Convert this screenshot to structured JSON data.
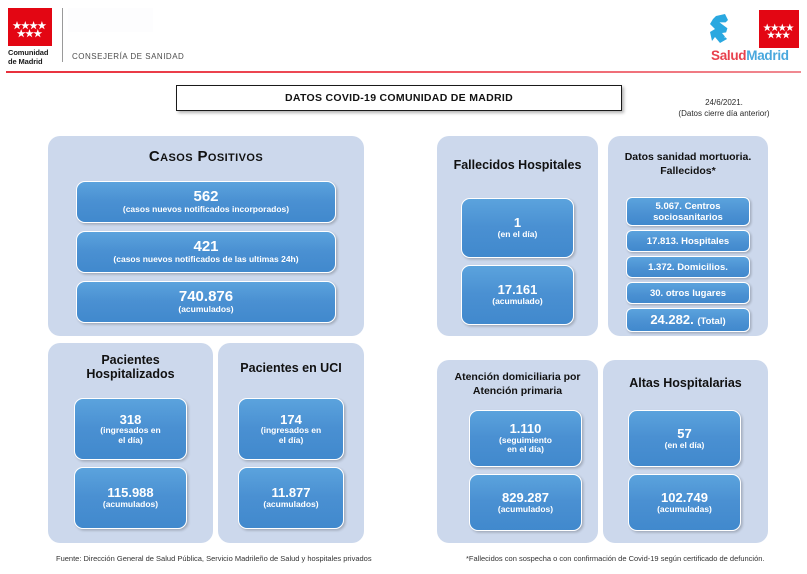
{
  "header": {
    "community_logo_alt": "Comunidad de Madrid",
    "community_wordmark_line1": "Comunidad",
    "community_wordmark_line2": "de Madrid",
    "department": "CONSEJERÍA DE SANIDAD",
    "salud_word_1": "Salud",
    "salud_word_2": "Madrid",
    "accent_red": "#e30613",
    "accent_blue": "#4aa8dd"
  },
  "title_bar": {
    "text": "DATOS COVID-19 COMUNIDAD DE MADRID"
  },
  "date": {
    "value": "24/6/2021.",
    "note": "(Datos cierre día anterior)"
  },
  "panels": {
    "casos_positivos": {
      "title": "Casos Positivos",
      "boxes": [
        {
          "number": "562",
          "label": "(casos nuevos notificados incorporados)"
        },
        {
          "number": "421",
          "label": "(casos nuevos notificados de las ultimas 24h)"
        },
        {
          "number": "740.876",
          "label": "(acumulados)"
        }
      ]
    },
    "pacientes_hospitalizados": {
      "title_line1": "Pacientes",
      "title_line2": "Hospitalizados",
      "boxes": [
        {
          "number": "318",
          "label_line1": "(ingresados en",
          "label_line2": "el día)"
        },
        {
          "number": "115.988",
          "label_line1": "(acumulados)",
          "label_line2": ""
        }
      ]
    },
    "pacientes_uci": {
      "title": "Pacientes en UCI",
      "boxes": [
        {
          "number": "174",
          "label_line1": "(ingresados en",
          "label_line2": "el día)"
        },
        {
          "number": "11.877",
          "label_line1": "(acumulados)",
          "label_line2": ""
        }
      ]
    },
    "fallecidos_hospitales": {
      "title": "Fallecidos Hospitales",
      "boxes": [
        {
          "number": "1",
          "label": "(en el día)"
        },
        {
          "number": "17.161",
          "label": "(acumulado)"
        }
      ]
    },
    "sanidad_mortuoria": {
      "title_line1": "Datos sanidad mortuoria.",
      "title_line2": "Fallecidos*",
      "rows": [
        {
          "number": "5.067.",
          "text": "Centros sociosanitarios",
          "is_total": false
        },
        {
          "number": "17.813.",
          "text": "Hospitales",
          "is_total": false
        },
        {
          "number": "1.372.",
          "text": "Domicilios.",
          "is_total": false
        },
        {
          "number": "30.",
          "text": "otros lugares",
          "is_total": false
        },
        {
          "number": "24.282.",
          "text": "(Total)",
          "is_total": true
        }
      ]
    },
    "atencion_domiciliaria": {
      "title_line1": "Atención domiciliaria por",
      "title_line2": "Atención primaria",
      "boxes": [
        {
          "number": "1.110",
          "label_line1": "(seguimiento",
          "label_line2": "en el día)"
        },
        {
          "number": "829.287",
          "label_line1": "(acumulados)",
          "label_line2": ""
        }
      ]
    },
    "altas_hospitalarias": {
      "title": "Altas Hospitalarias",
      "boxes": [
        {
          "number": "57",
          "label_line1": "(en el día)",
          "label_line2": ""
        },
        {
          "number": "102.749",
          "label_line1": "(acumuladas)",
          "label_line2": ""
        }
      ]
    }
  },
  "footnotes": {
    "source": "Fuente: Dirección General de Salud Pública, Servicio Madrileño de Salud y hospitales privados",
    "asterisk": "*Fallecidos con sospecha o con confirmación de Covid-19 según certificado de defunción."
  }
}
